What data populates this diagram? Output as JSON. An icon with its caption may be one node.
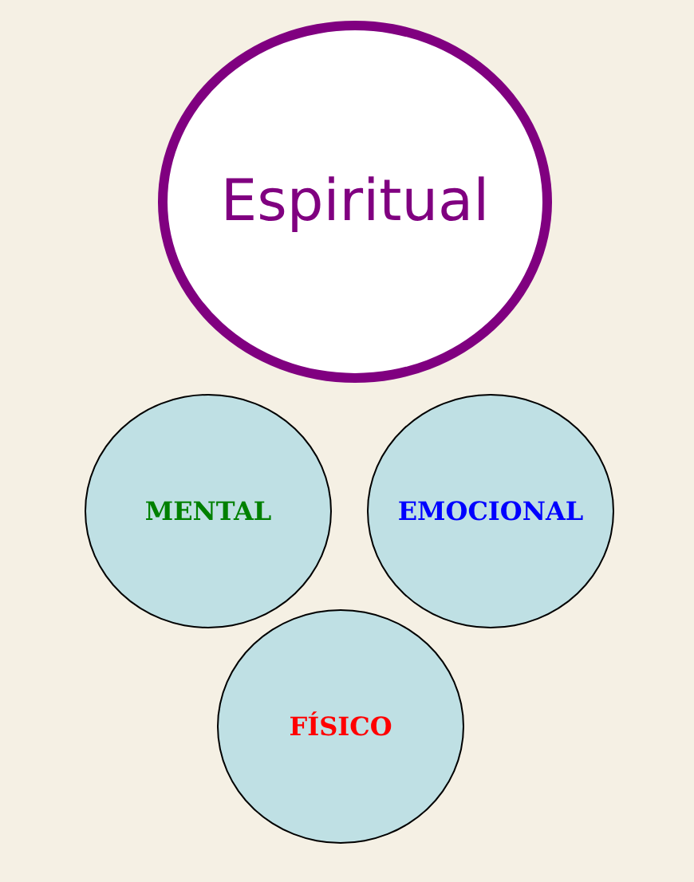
{
  "diagram": {
    "nodes": [
      {
        "text": [
          "Espiritual"
        ]
      },
      {
        "text": [
          "MENTAL"
        ]
      },
      {
        "text": [
          "EMOCIONAL"
        ]
      },
      {
        "text": [
          "FÍSICO"
        ]
      }
    ]
  }
}
